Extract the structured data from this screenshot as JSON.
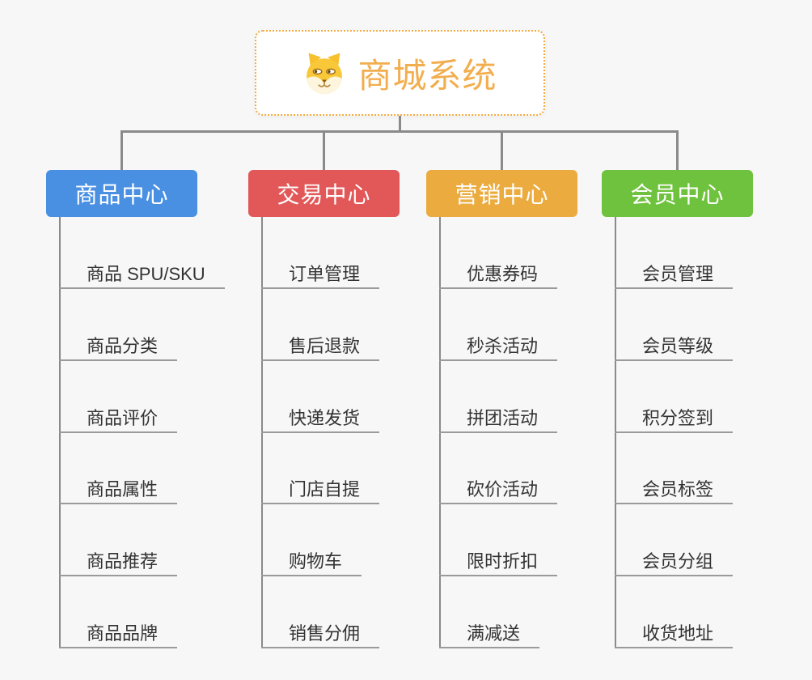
{
  "page": {
    "background": "#f7f7f7"
  },
  "connector_color": "#8a8a8a",
  "underline_color": "#9a9a9a",
  "root": {
    "title": "商城系统",
    "icon": "shiba-dog-icon",
    "text_color": "#f2ae4e",
    "border_color": "#f5a93f"
  },
  "branches": [
    {
      "label": "商品中心",
      "color": "#4a90e2",
      "items": [
        "商品 SPU/SKU",
        "商品分类",
        "商品评价",
        "商品属性",
        "商品推荐",
        "商品品牌"
      ]
    },
    {
      "label": "交易中心",
      "color": "#e25757",
      "items": [
        "订单管理",
        "售后退款",
        "快递发货",
        "门店自提",
        "购物车",
        "销售分佣"
      ]
    },
    {
      "label": "营销中心",
      "color": "#ebab3f",
      "items": [
        "优惠券码",
        "秒杀活动",
        "拼团活动",
        "砍价活动",
        "限时折扣",
        "满减送"
      ]
    },
    {
      "label": "会员中心",
      "color": "#6fc23d",
      "items": [
        "会员管理",
        "会员等级",
        "积分签到",
        "会员标签",
        "会员分组",
        "收货地址"
      ]
    }
  ]
}
